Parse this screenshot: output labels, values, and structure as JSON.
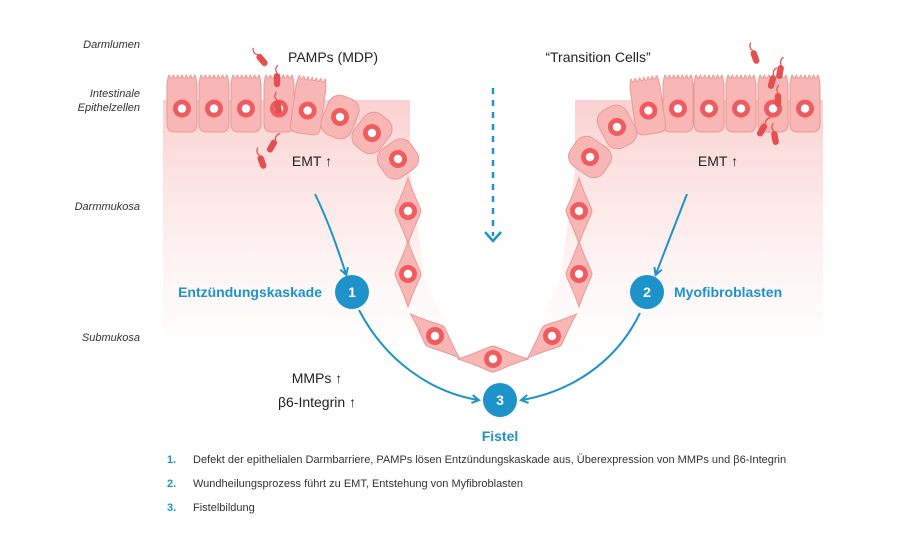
{
  "layers": {
    "lumen": "Darmlumen",
    "epithel_line1": "Intestinale",
    "epithel_line2": "Epithelzellen",
    "mucosa": "Darmmukosa",
    "submucosa": "Submukosa"
  },
  "annotations": {
    "pamps": "PAMPs (MDP)",
    "transition": "“Transition Cells”",
    "emt_left": "EMT ↑",
    "emt_right": "EMT ↑",
    "mmps": "MMPs ↑",
    "integrin": "β6-Integrin ↑"
  },
  "stages": [
    {
      "num": "1",
      "title": "Entzündungskaskade"
    },
    {
      "num": "2",
      "title": "Myofibroblasten"
    },
    {
      "num": "3",
      "title": "Fistel"
    }
  ],
  "legend": [
    {
      "num": "1.",
      "text": "Defekt der epithelialen Darmbarriere, PAMPs lösen Entzündungskaskade aus, Überexpression von MMPs und β6-Integrin"
    },
    {
      "num": "2.",
      "text": "Wundheilungsprozess führt zu EMT, Entstehung von Myfibroblasten"
    },
    {
      "num": "3.",
      "text": "Fistelbildung"
    }
  ],
  "colors": {
    "accent": "#1d93c9",
    "cell_fill": "#f8b7b5",
    "cell_stroke": "#e79a97",
    "nucleus": "#ef5b5e",
    "bacteria": "#e2514f",
    "tissue_gradient_top": "#f9c9c8"
  }
}
